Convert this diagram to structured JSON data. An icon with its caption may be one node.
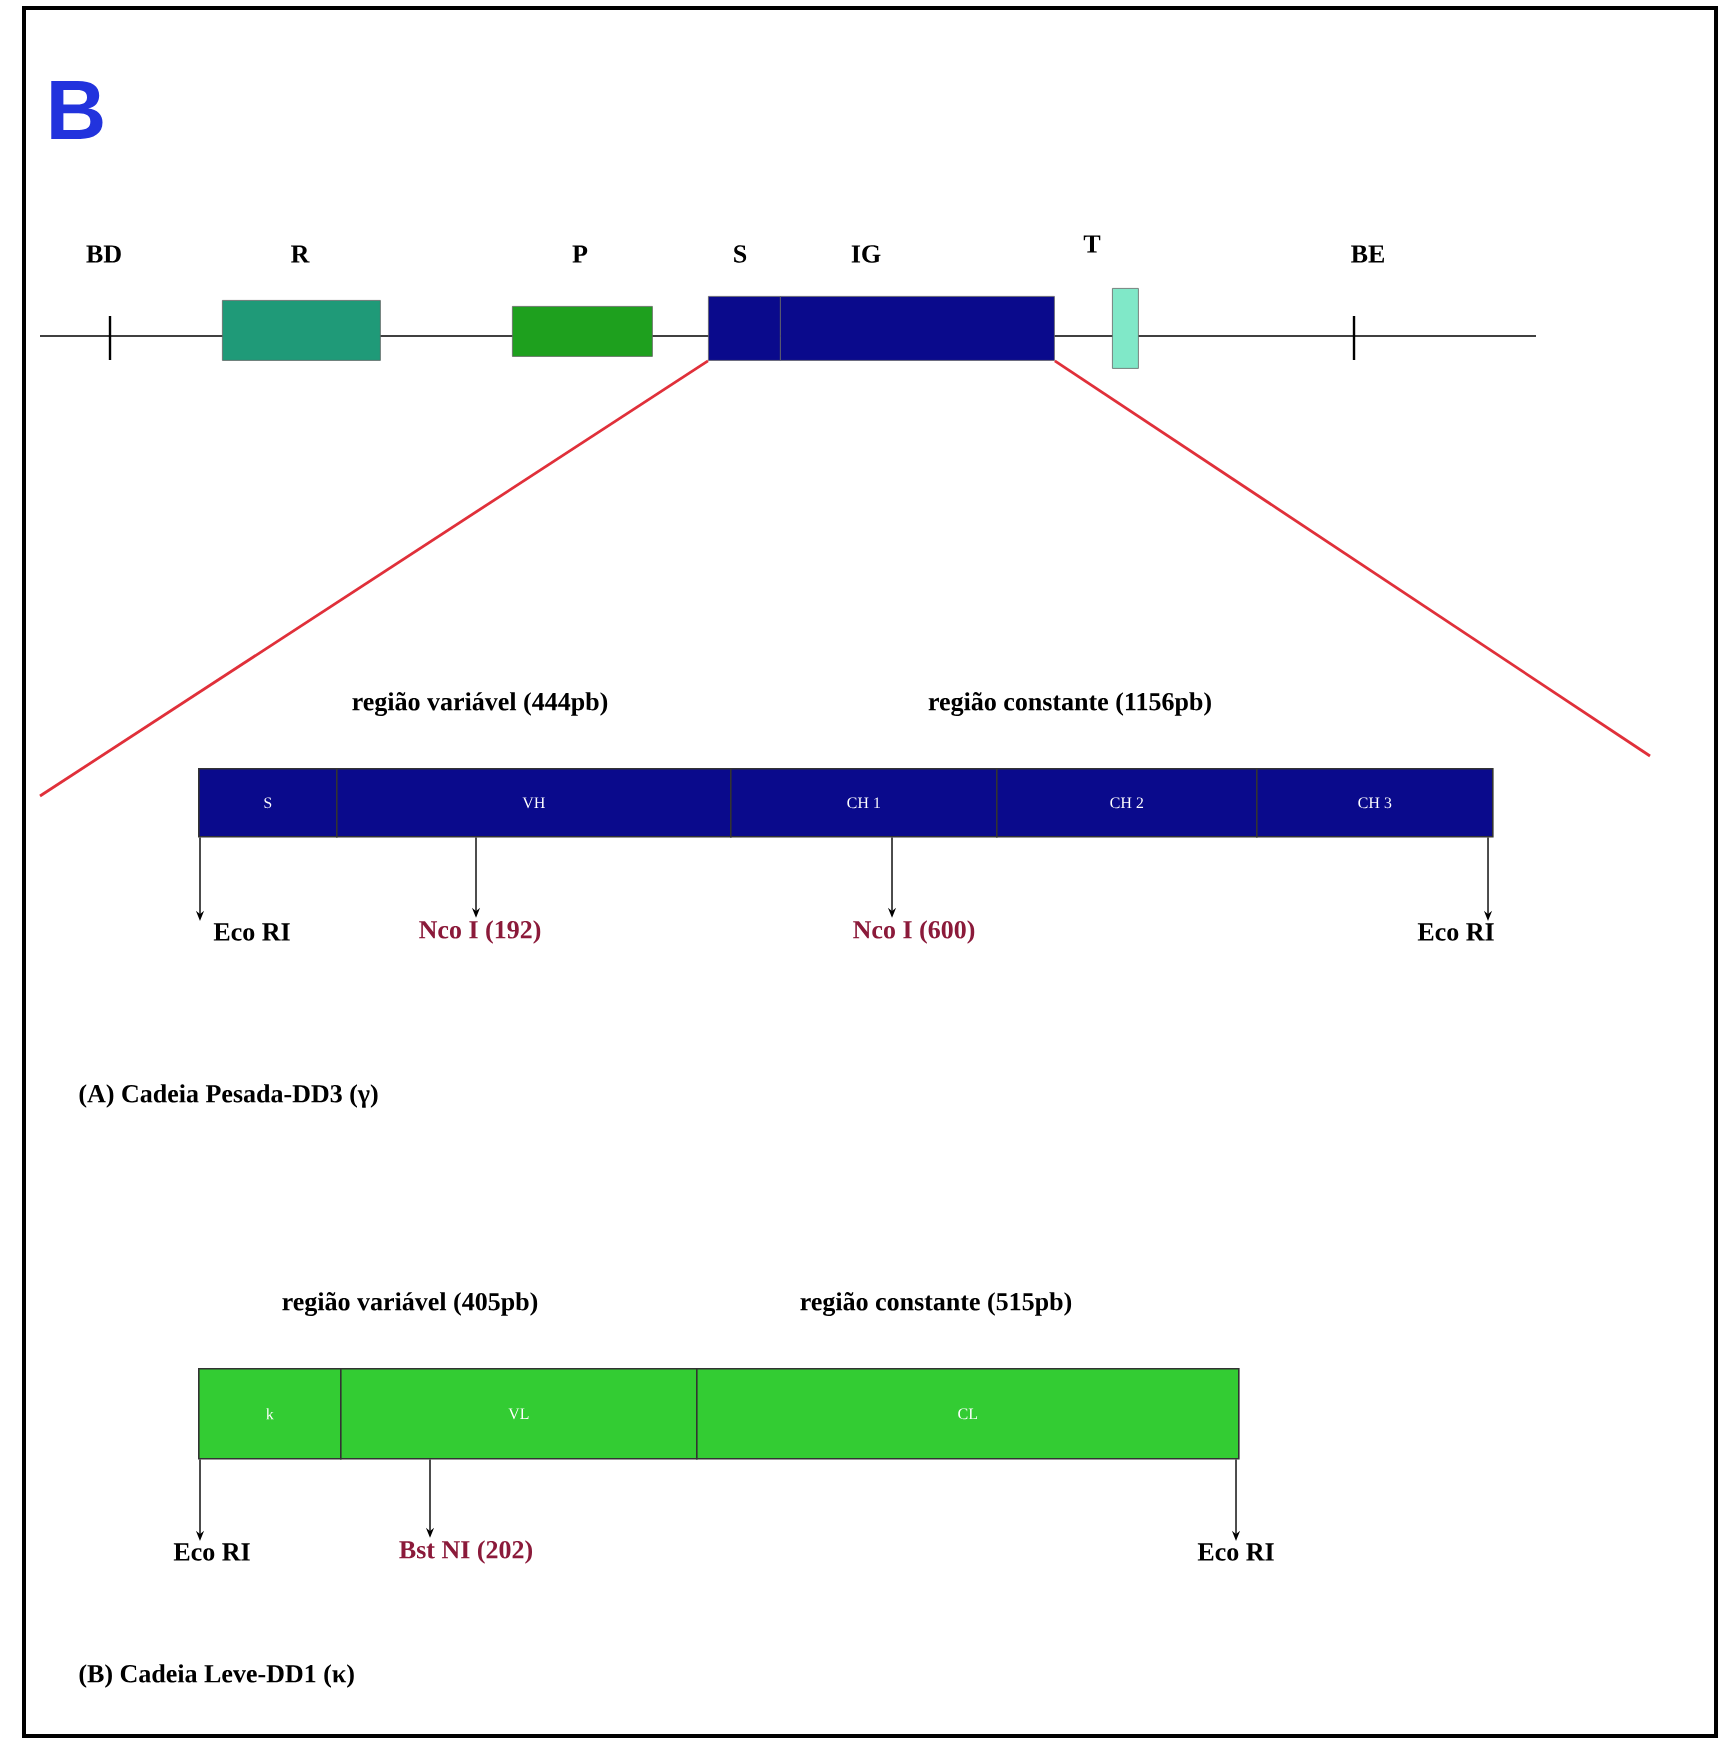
{
  "diagram": {
    "nodes": [
      {
        "text": [
          "R"
        ]
      },
      {
        "text": [
          "P"
        ]
      },
      {
        "text": [
          "S"
        ]
      },
      {
        "text": [
          "IG"
        ]
      },
      {
        "text": [
          "T"
        ]
      },
      {
        "text": [
          "S"
        ]
      },
      {
        "text": [
          "VH"
        ]
      },
      {
        "text": [
          "CH 1"
        ]
      },
      {
        "text": [
          "CH 2"
        ]
      },
      {
        "text": [
          "CH 3"
        ]
      },
      {
        "text": [
          "Eco RI"
        ]
      },
      {
        "text": [
          "Nco I (192)"
        ]
      },
      {
        "text": [
          "Nco I (600)"
        ]
      },
      {
        "text": [
          "Eco RI"
        ]
      },
      {
        "text": [
          "k"
        ]
      },
      {
        "text": [
          "VL"
        ]
      },
      {
        "text": [
          "CL"
        ]
      },
      {
        "text": [
          "Eco RI"
        ]
      },
      {
        "text": [
          "Bst NI (202)"
        ]
      },
      {
        "text": [
          "Eco RI"
        ]
      }
    ],
    "edges": [
      {
        "from": 2,
        "to": null,
        "arrow": "none",
        "color": "#e0303a"
      },
      {
        "from": 3,
        "to": null,
        "arrow": "none",
        "color": "#e0303a"
      },
      {
        "from": 5,
        "to": 10,
        "arrow": "to"
      },
      {
        "from": 6,
        "to": 11,
        "arrow": "to"
      },
      {
        "from": 7,
        "to": 12,
        "arrow": "to"
      },
      {
        "from": 9,
        "to": 13,
        "arrow": "to"
      },
      {
        "from": 14,
        "to": 17,
        "arrow": "to"
      },
      {
        "from": 15,
        "to": 18,
        "arrow": "to"
      },
      {
        "from": 16,
        "to": 19,
        "arrow": "to"
      }
    ],
    "labels": [
      "B",
      "BD",
      "BE",
      "região variável (444pb)",
      "região constante (1156pb)",
      "(A) Cadeia Pesada-DD3 (γ)",
      "região variável (405pb)",
      "região constante (515pb)",
      "(B) Cadeia Leve-DD1 (κ)"
    ]
  }
}
